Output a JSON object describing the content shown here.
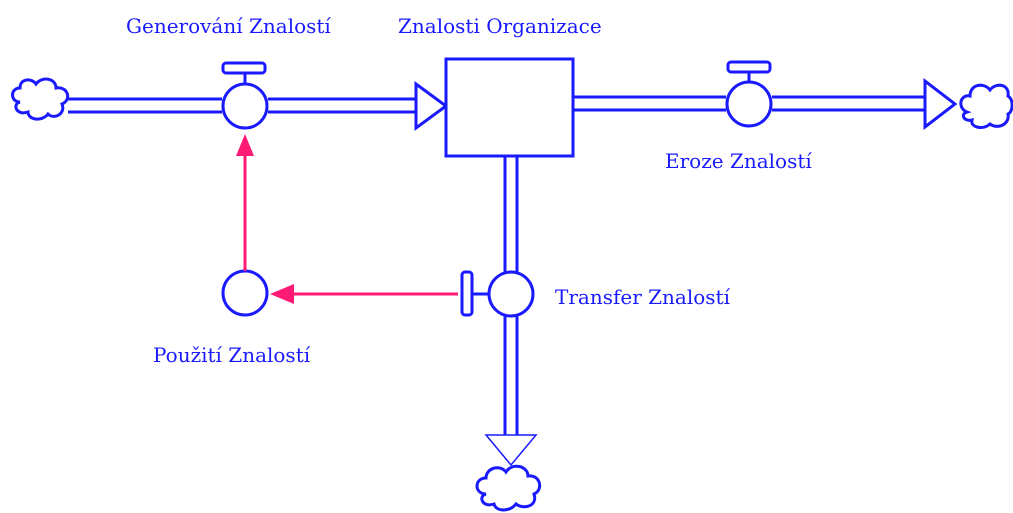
{
  "colors": {
    "flow": "#1a1aff",
    "link": "#ff1a75",
    "background": "#ffffff"
  },
  "stock": {
    "label": "Znalosti Organizace"
  },
  "flows": {
    "inflow": {
      "label": "Generování Znalostí"
    },
    "outflow": {
      "label": "Eroze Znalostí"
    },
    "transfer": {
      "label": "Transfer Znalostí"
    }
  },
  "auxiliaries": {
    "usage": {
      "label": "Použití Znalostí"
    }
  },
  "icons": {
    "source": "cloud-icon",
    "sinks": [
      "cloud-icon",
      "cloud-icon"
    ],
    "valves": [
      "valve-icon",
      "valve-icon",
      "valve-icon"
    ]
  }
}
